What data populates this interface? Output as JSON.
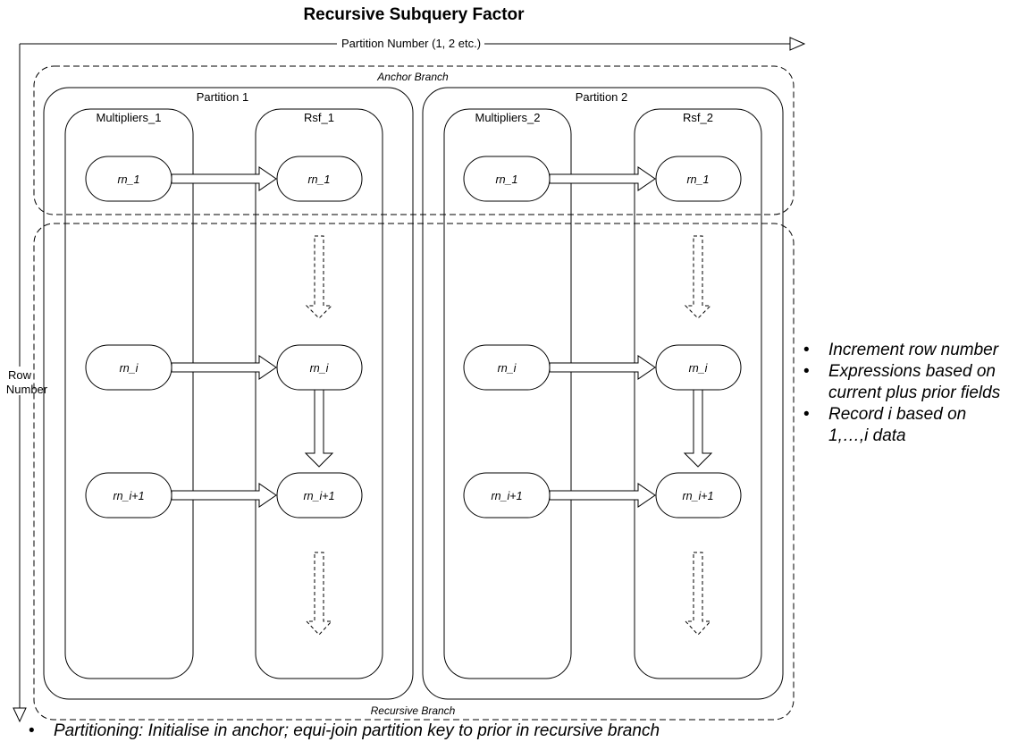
{
  "title": "Recursive Subquery Factor",
  "axes": {
    "x_label": "Partition Number (1, 2 etc.)",
    "y_label_line1": "Row",
    "y_label_line2": "Number"
  },
  "branches": {
    "anchor": "Anchor Branch",
    "recursive": "Recursive Branch"
  },
  "partitions": [
    {
      "label": "Partition 1",
      "multipliers": "Multipliers_1",
      "rsf": "Rsf_1",
      "rows": [
        "rn_1",
        "rn_i",
        "rn_i+1"
      ]
    },
    {
      "label": "Partition 2",
      "multipliers": "Multipliers_2",
      "rsf": "Rsf_2",
      "rows": [
        "rn_1",
        "rn_i",
        "rn_i+1"
      ]
    }
  ],
  "side_notes": [
    "Increment row number",
    "Expressions based on current plus prior fields",
    "Record i based on 1,…,i data"
  ],
  "bottom_note": "Partitioning: Initialise in anchor; equi-join partition key to prior in recursive branch"
}
